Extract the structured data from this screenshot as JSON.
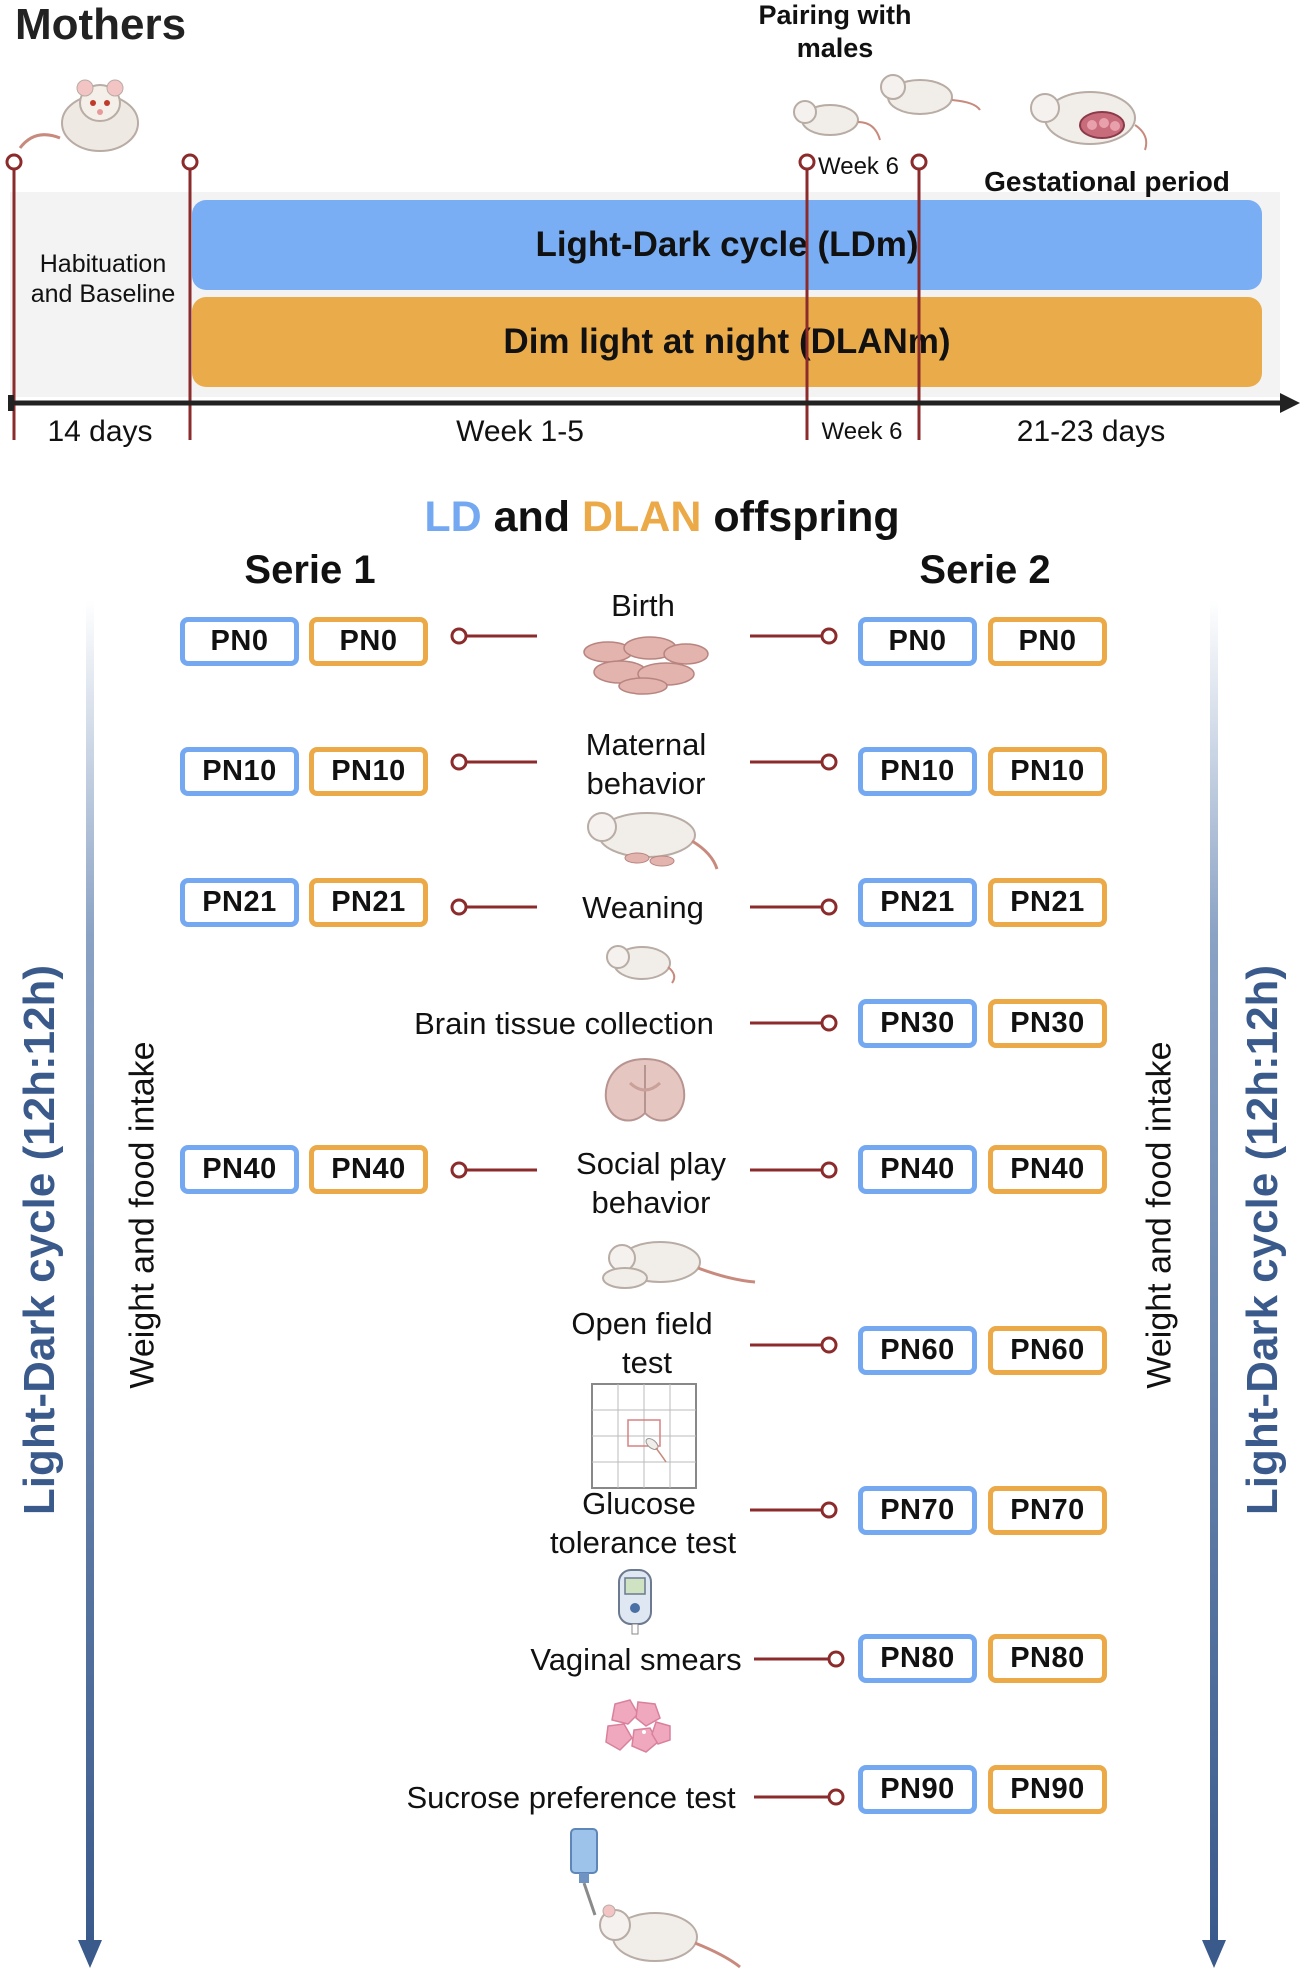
{
  "mothers": {
    "title": "Mothers",
    "pairing_line1": "Pairing with",
    "pairing_line2": "males",
    "gestational": "Gestational period",
    "habituation_line1": "Habituation",
    "habituation_line2": "and Baseline",
    "ld_bar": "Light-Dark cycle (LDm)",
    "dlan_bar": "Dim light at night (DLANm)",
    "week6_top": "Week 6",
    "axis_labels": [
      "14 days",
      "Week 1-5",
      "Week 6",
      "21-23 days"
    ]
  },
  "offspring": {
    "title_ld": "LD",
    "title_and": " and ",
    "title_dlan": "DLAN",
    "title_rest": " offspring",
    "serie1": "Serie 1",
    "serie2": "Serie 2",
    "side_text": "Weight and food intake",
    "cycle_text": "Light-Dark cycle (12h:12h)",
    "events": [
      {
        "line1": "Birth",
        "line2": ""
      },
      {
        "line1": "Maternal",
        "line2": "behavior"
      },
      {
        "line1": "Weaning",
        "line2": ""
      },
      {
        "line1": "Brain tissue collection",
        "line2": ""
      },
      {
        "line1": "Social play",
        "line2": "behavior"
      },
      {
        "line1": "Open field",
        "line2": "test"
      },
      {
        "line1": "Glucose",
        "line2": "tolerance test"
      },
      {
        "line1": "Vaginal smears",
        "line2": ""
      },
      {
        "line1": "Sucrose preference test",
        "line2": ""
      }
    ],
    "serie1_labels": [
      "PN0",
      "PN10",
      "PN21",
      "PN40"
    ],
    "serie2_labels": [
      "PN0",
      "PN10",
      "PN21",
      "PN30",
      "PN40",
      "PN60",
      "PN70",
      "PN80",
      "PN90"
    ]
  },
  "colors": {
    "ld": "#74a9f2",
    "dlan": "#eba947",
    "connector": "#8b2b2b",
    "arrow": "#3a5a8c"
  }
}
